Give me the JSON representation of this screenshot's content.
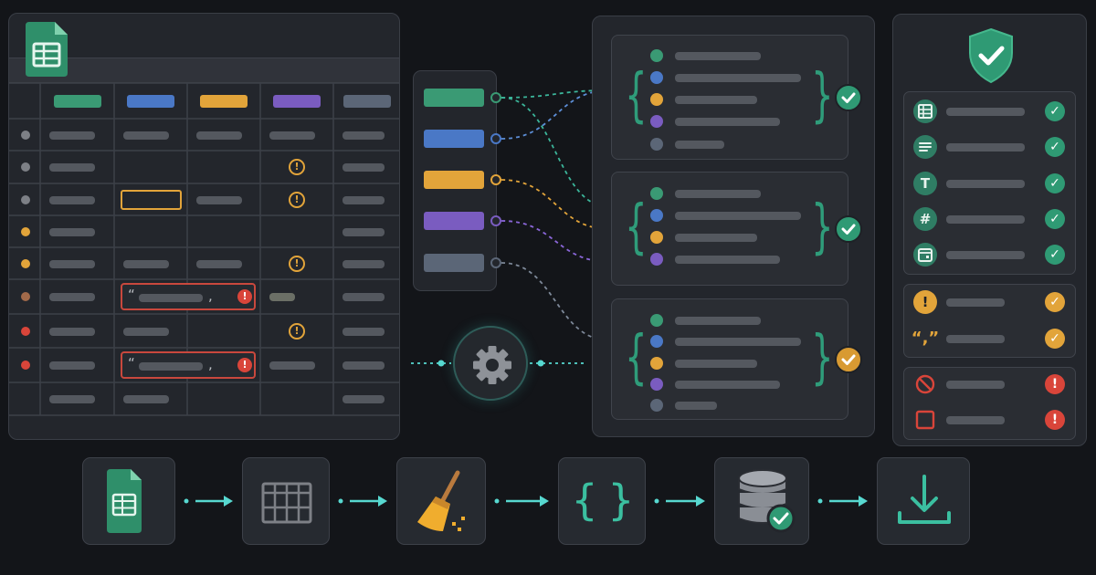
{
  "colors": {
    "green": "#3a9a74",
    "blue": "#4a78c6",
    "amber": "#e2a43a",
    "purple": "#7a5cc0",
    "slate": "#5b6677",
    "red": "#d9453a",
    "teal": "#2f8f72",
    "cyan": "#57d8d0",
    "brown": "#a26a4a",
    "grey": "#7d8086"
  },
  "spreadsheet": {
    "icon": "spreadsheet-icon",
    "header_colors": [
      "green",
      "blue",
      "amber",
      "purple",
      "slate"
    ],
    "row_status": [
      "grey",
      "grey",
      "grey",
      "amber",
      "amber",
      "brown",
      "red",
      "red",
      "none"
    ],
    "quote_glyph": "“",
    "comma_glyph": ",",
    "warning_glyph": "!",
    "error_glyph": "!"
  },
  "mapper": {
    "fields": [
      "green",
      "blue",
      "amber",
      "purple",
      "slate"
    ]
  },
  "json_records": [
    {
      "dots": [
        "green",
        "blue",
        "amber",
        "purple",
        "slate"
      ],
      "status": "valid"
    },
    {
      "dots": [
        "green",
        "blue",
        "amber",
        "purple"
      ],
      "status": "valid"
    },
    {
      "dots": [
        "green",
        "blue",
        "amber",
        "purple",
        "slate"
      ],
      "status": "warning"
    }
  ],
  "json_brace_open": "{",
  "json_brace_close": "}",
  "validator": {
    "shield_icon": "shield-check-icon",
    "groups": [
      {
        "items": [
          {
            "icon": "table-icon",
            "result": "ok"
          },
          {
            "icon": "text-lines-icon",
            "result": "ok"
          },
          {
            "icon": "type-text-icon",
            "result": "ok",
            "glyph": "T"
          },
          {
            "icon": "hash-icon",
            "result": "ok",
            "glyph": "#"
          },
          {
            "icon": "calendar-icon",
            "result": "ok"
          }
        ]
      },
      {
        "items": [
          {
            "icon": "warning-icon",
            "result": "warn",
            "glyph": "!"
          },
          {
            "icon": "quote-icon",
            "result": "warn",
            "glyph": "“,”"
          }
        ]
      },
      {
        "items": [
          {
            "icon": "forbidden-icon",
            "result": "error"
          },
          {
            "icon": "empty-box-icon",
            "result": "error"
          }
        ]
      }
    ],
    "ok_glyph": "✓",
    "warn_glyph": "✓",
    "error_glyph": "!"
  },
  "pipeline": {
    "steps": [
      {
        "icon": "spreadsheet-icon"
      },
      {
        "icon": "grid-icon"
      },
      {
        "icon": "broom-icon"
      },
      {
        "icon": "braces-icon",
        "glyph": "{ }"
      },
      {
        "icon": "database-check-icon"
      },
      {
        "icon": "download-icon"
      }
    ]
  }
}
